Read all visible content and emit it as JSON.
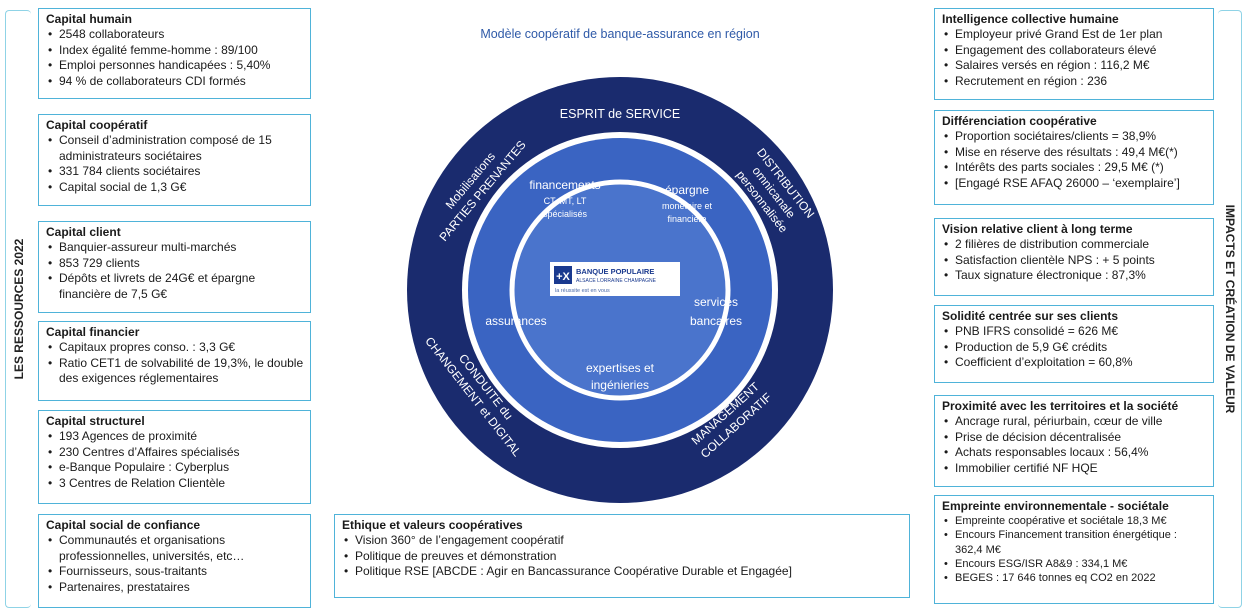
{
  "labels": {
    "left": "LES RESSOURCES 2022",
    "right": "IMPACTS ET CRÉATION DE VALEUR"
  },
  "model_title": "Modèle coopératif de banque-assurance en région",
  "colors": {
    "outer_ring": "#1a2b6e",
    "middle_ring": "#3a64c2",
    "inner_ring": "#ffffff",
    "center": "#4a74cc",
    "border": "#4fb3d9",
    "title": "#2f5aa8"
  },
  "resources": [
    {
      "title": "Capital humain",
      "items": [
        "2548 collaborateurs",
        "Index égalité femme-homme  : 89/100",
        "Emploi personnes handicapées :  5,40%",
        "94 % de collaborateurs CDI formés"
      ]
    },
    {
      "title": "Capital coopératif",
      "items": [
        "Conseil d’administration composé de 15 administrateurs sociétaires",
        "331 784  clients sociétaires",
        "Capital social de 1,3 G€"
      ]
    },
    {
      "title": "Capital client",
      "items": [
        "Banquier-assureur multi-marchés",
        "853 729 clients",
        "Dépôts et livrets de 24G€ et épargne financière de 7,5 G€"
      ]
    },
    {
      "title": "Capital financier",
      "items": [
        "Capitaux propres conso. : 3,3 G€",
        "Ratio CET1 de solvabilité de 19,3%, le double des exigences réglementaires"
      ]
    },
    {
      "title": "Capital structurel",
      "items": [
        "193 Agences de proximité",
        "230 Centres d’Affaires spécialisés",
        "e-Banque Populaire : Cyberplus",
        "3 Centres de Relation Clientèle"
      ]
    },
    {
      "title": "Capital social de confiance",
      "items": [
        "Communautés et organisations professionnelles, universités, etc…",
        "Fournisseurs, sous-traitants",
        "Partenaires, prestataires"
      ]
    }
  ],
  "impacts": [
    {
      "title": "Intelligence collective humaine",
      "items": [
        "Employeur privé Grand Est de 1er plan",
        "Engagement des collaborateurs élevé",
        "Salaires versés en région :  116,2 M€",
        "Recrutement en région :  236"
      ]
    },
    {
      "title": "Différenciation coopérative",
      "items": [
        "Proportion sociétaires/clients = 38,9%",
        "Mise en réserve des résultats : 49,4 M€(*)",
        "Intérêts des parts sociales : 29,5 M€ (*)",
        "[Engagé RSE AFAQ 26000 – ‘exemplaire’]"
      ]
    },
    {
      "title": "Vision relative client à long terme",
      "items": [
        "2 filières de distribution commerciale",
        "Satisfaction clientèle NPS : + 5 points",
        "Taux signature électronique : 87,3%"
      ]
    },
    {
      "title": "Solidité centrée sur ses clients",
      "items": [
        "PNB IFRS consolidé = 626 M€",
        "Production de 5,9 G€ crédits",
        "Coefficient d’exploitation = 60,8%"
      ]
    },
    {
      "title": "Proximité avec les territoires et la société",
      "items": [
        "Ancrage rural, périurbain, cœur de ville",
        "Prise de décision décentralisée",
        "Achats responsables locaux : 56,4%",
        "Immobilier certifié NF HQE"
      ]
    },
    {
      "title": "Empreinte environnementale - sociétale",
      "items": [
        "Empreinte coopérative et sociétale 18,3 M€",
        "Encours Financement transition énergétique : 362,4 M€",
        "Encours  ESG/ISR A8&9 : 334,1 M€",
        "BEGES : 17 646 tonnes eq CO2 en 2022"
      ]
    }
  ],
  "wheel": {
    "outer": {
      "top": "ESPRIT de SERVICE",
      "upper_left": [
        "Mobilisations",
        "PARTIES PRENANTES"
      ],
      "upper_right": [
        "DISTRIBUTION",
        "omnicanale",
        "personnalisée"
      ],
      "lower_left": [
        "CONDUITE du",
        "CHANGEMENT et DIGITAL"
      ],
      "lower_right": [
        "MANAGEMENT",
        "COLLABORATIF"
      ]
    },
    "middle": {
      "financements": [
        "financements",
        "CT, MT, LT",
        "spécialisés"
      ],
      "epargne": [
        "épargne",
        "monétaire et",
        "financière"
      ],
      "assurances": "assurances",
      "services": [
        "services",
        "bancaires"
      ],
      "expertises": [
        "expertises et",
        "ingénieries"
      ]
    },
    "logo": {
      "brand": "BANQUE POPULAIRE",
      "region": "ALSACE LORRAINE CHAMPAGNE",
      "tagline": "la réussite est en vous"
    }
  },
  "ethics": {
    "title": "Ethique et valeurs coopératives",
    "items": [
      "Vision 360° de l’engagement coopératif",
      "Politique de preuves et démonstration",
      "Politique RSE [ABCDE : Agir en Bancassurance Coopérative Durable et Engagée]"
    ]
  }
}
